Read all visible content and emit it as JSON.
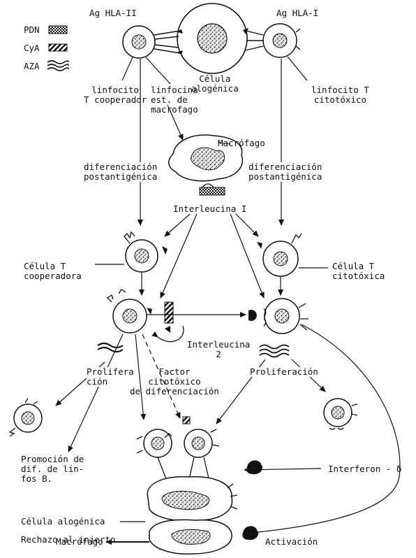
{
  "legend": {
    "pdn": "PDN",
    "cya": "CyA",
    "aza": "AZA"
  },
  "labels": {
    "ag_hla_ii": "Ag HLA-II",
    "ag_hla_i": "Ag HLA-I",
    "celula_alogenica_top": "Célula\nalogénica",
    "linfocito_t_cooperador": "linfocito\nT cooperador",
    "linfocina": "linfocina\nest. de\nmacrofago",
    "linfocito_t_citotoxico": "linfocito T\ncitotóxico",
    "macrofago_top": "Macrófago",
    "dif_post_left": "diferenciación\npostantigénica",
    "dif_post_right": "diferenciación\npostantigénica",
    "interleucina_1": "Interleucina I",
    "celula_t_cooperadora": "Célula T\ncooperadora",
    "celula_t_citotoxica": "Célula T\ncitotóxica",
    "interleucina_2": "Interleucina\n2",
    "proliferacion_left": "Prolifera\nción",
    "factor_citotoxico": "Factor\ncitotóxico\nde diferenciación",
    "proliferacion_right": "Proliferación",
    "promocion": "Promoción de\ndif. de lin-\nfos B.",
    "interferon": "Interferon - δ",
    "celula_alogenica_bottom": "Célula alogénica",
    "rechazo": "Rechazo al injerto",
    "macrofago_bottom": "Macrófago",
    "activacion": "Activación"
  }
}
